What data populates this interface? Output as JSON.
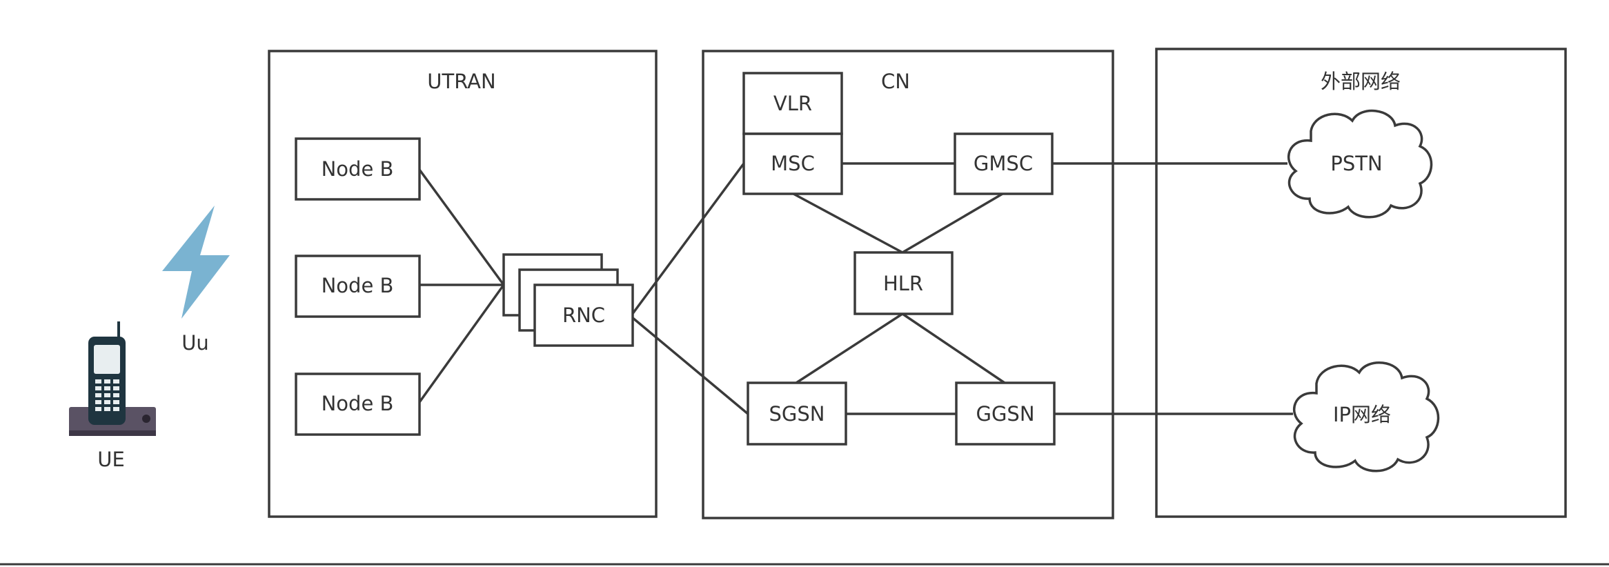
{
  "diagram": {
    "ue_label": "UE",
    "uu_label": "Uu",
    "utran": {
      "title": "UTRAN",
      "node_b_1": "Node B",
      "node_b_2": "Node B",
      "node_b_3": "Node B",
      "rnc": "RNC"
    },
    "cn": {
      "title": "CN",
      "vlr": "VLR",
      "msc": "MSC",
      "gmsc": "GMSC",
      "hlr": "HLR",
      "sgsn": "SGSN",
      "ggsn": "GGSN"
    },
    "external": {
      "title": "外部网络",
      "pstn": "PSTN",
      "ip_network": "IP网络"
    }
  },
  "colors": {
    "line": "#3a3a3a",
    "lightning": "#7ab3d1",
    "phone_body": "#1f3540",
    "phone_base": "#5a5264"
  }
}
